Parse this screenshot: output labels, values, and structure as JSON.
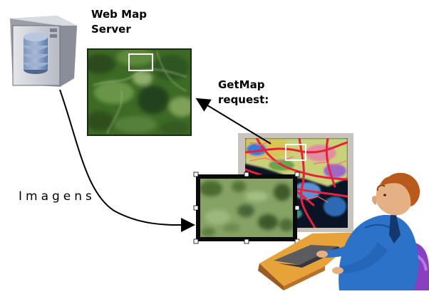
{
  "labels": {
    "server_title": "Web Map\nServer",
    "request_label": "GetMap\nrequest:",
    "images_label": "Imagens"
  },
  "colors": {
    "map_vegetation": "#3d6a25",
    "map_roads": "#e8203a",
    "user_shirt": "#2b72c8",
    "user_hair": "#b85a1c",
    "desk": "#e8a23a",
    "desk_edge": "#9a5a24",
    "chair": "#8a3fc0",
    "server_case": "#c9ccd4",
    "server_disk": "#6e89b3",
    "selection_box": "#ffffff",
    "arrow": "#000000"
  },
  "icons": [
    "server-icon",
    "user-at-desk-illustration"
  ]
}
